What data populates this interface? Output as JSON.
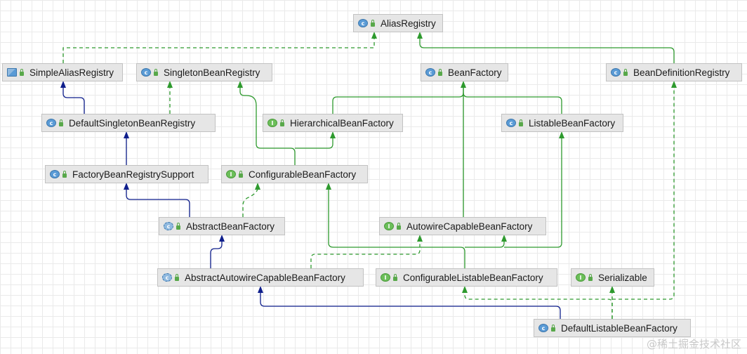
{
  "nodes": {
    "alias_registry": {
      "label": "AliasRegistry",
      "kind": "interface"
    },
    "simple_alias_registry": {
      "label": "SimpleAliasRegistry",
      "kind": "class"
    },
    "singleton_bean_registry": {
      "label": "SingletonBeanRegistry",
      "kind": "interface"
    },
    "bean_factory": {
      "label": "BeanFactory",
      "kind": "interface"
    },
    "bean_definition_registry": {
      "label": "BeanDefinitionRegistry",
      "kind": "interface"
    },
    "default_singleton_bean_registry": {
      "label": "DefaultSingletonBeanRegistry",
      "kind": "class"
    },
    "hierarchical_bean_factory": {
      "label": "HierarchicalBeanFactory",
      "kind": "interface"
    },
    "listable_bean_factory": {
      "label": "ListableBeanFactory",
      "kind": "interface"
    },
    "factory_bean_registry_support": {
      "label": "FactoryBeanRegistrySupport",
      "kind": "abstract"
    },
    "configurable_bean_factory": {
      "label": "ConfigurableBeanFactory",
      "kind": "interface"
    },
    "abstract_bean_factory": {
      "label": "AbstractBeanFactory",
      "kind": "abstract"
    },
    "autowire_capable_bean_factory": {
      "label": "AutowireCapableBeanFactory",
      "kind": "interface"
    },
    "abstract_autowire_capable_bean_factory": {
      "label": "AbstractAutowireCapableBeanFactory",
      "kind": "abstract"
    },
    "configurable_listable_bean_factory": {
      "label": "ConfigurableListableBeanFactory",
      "kind": "interface"
    },
    "serializable": {
      "label": "Serializable",
      "kind": "interface"
    },
    "default_listable_bean_factory": {
      "label": "DefaultListableBeanFactory",
      "kind": "class"
    }
  },
  "icons": {
    "class": "class-icon",
    "interface": "interface-icon",
    "abstract": "abstract-class-icon",
    "package": "package-icon"
  },
  "colors": {
    "extends": "#0f1f8c",
    "implements": "#2e9a2e",
    "node_fill": "#e6e6e6",
    "node_border": "#c2c2c2"
  },
  "watermark": "@稀土掘金技术社区"
}
